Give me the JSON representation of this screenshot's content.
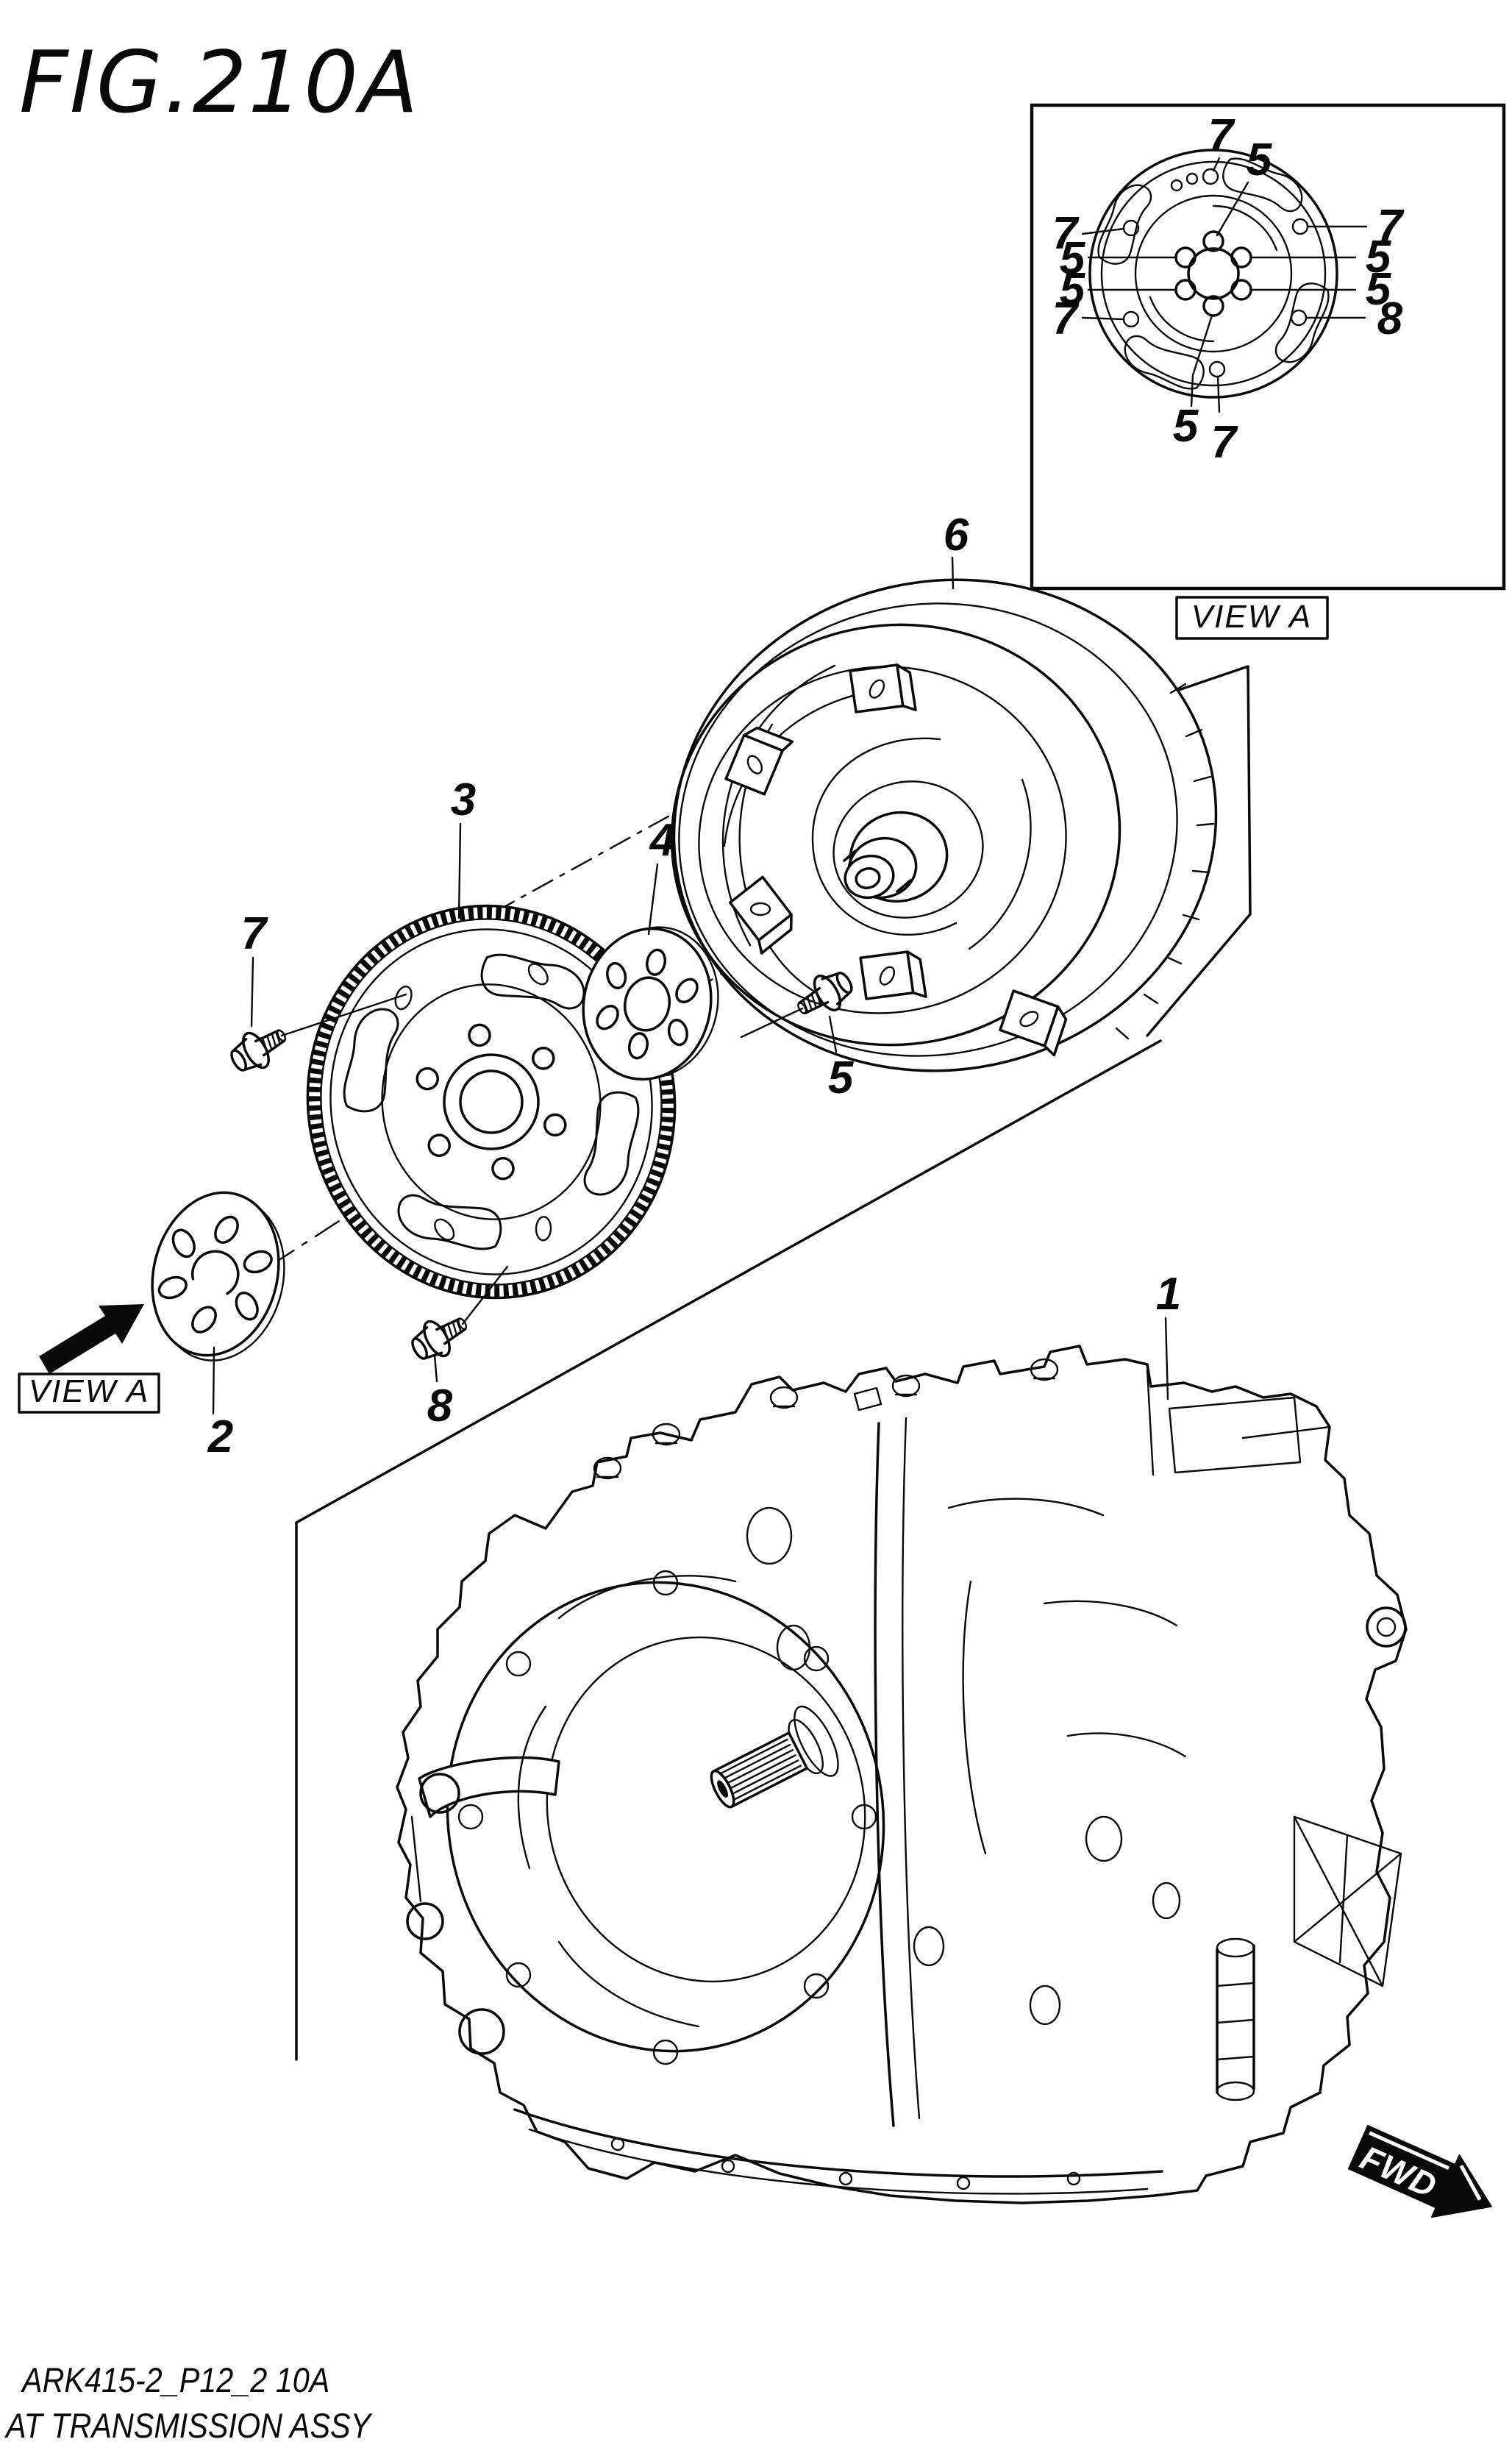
{
  "figure": {
    "title": "FIG.210A"
  },
  "inset": {
    "view_label": "VIEW A",
    "labels": {
      "top_outer": "7",
      "top_inner": "5",
      "left_outer_upper": "7",
      "left_inner_upper": "5",
      "left_inner_lower": "5",
      "left_outer_lower": "7",
      "right_outer_upper": "7",
      "right_inner_upper": "5",
      "right_inner_lower": "5",
      "right_outer_lower": "8",
      "bottom_inner": "5",
      "bottom_outer": "7"
    }
  },
  "diagram": {
    "view_label": "VIEW A",
    "fwd_label": "FWD",
    "callouts": {
      "transmission": "1",
      "front_plate": "2",
      "drive_plate": "3",
      "rear_plate": "4",
      "converter_bolt": "5",
      "torque_converter": "6",
      "drive_plate_bolt": "7",
      "front_plate_bolt": "8"
    }
  },
  "footer": {
    "code": "ARK415-2_P12_2 10A",
    "caption": "AT TRANSMISSION ASSY"
  }
}
